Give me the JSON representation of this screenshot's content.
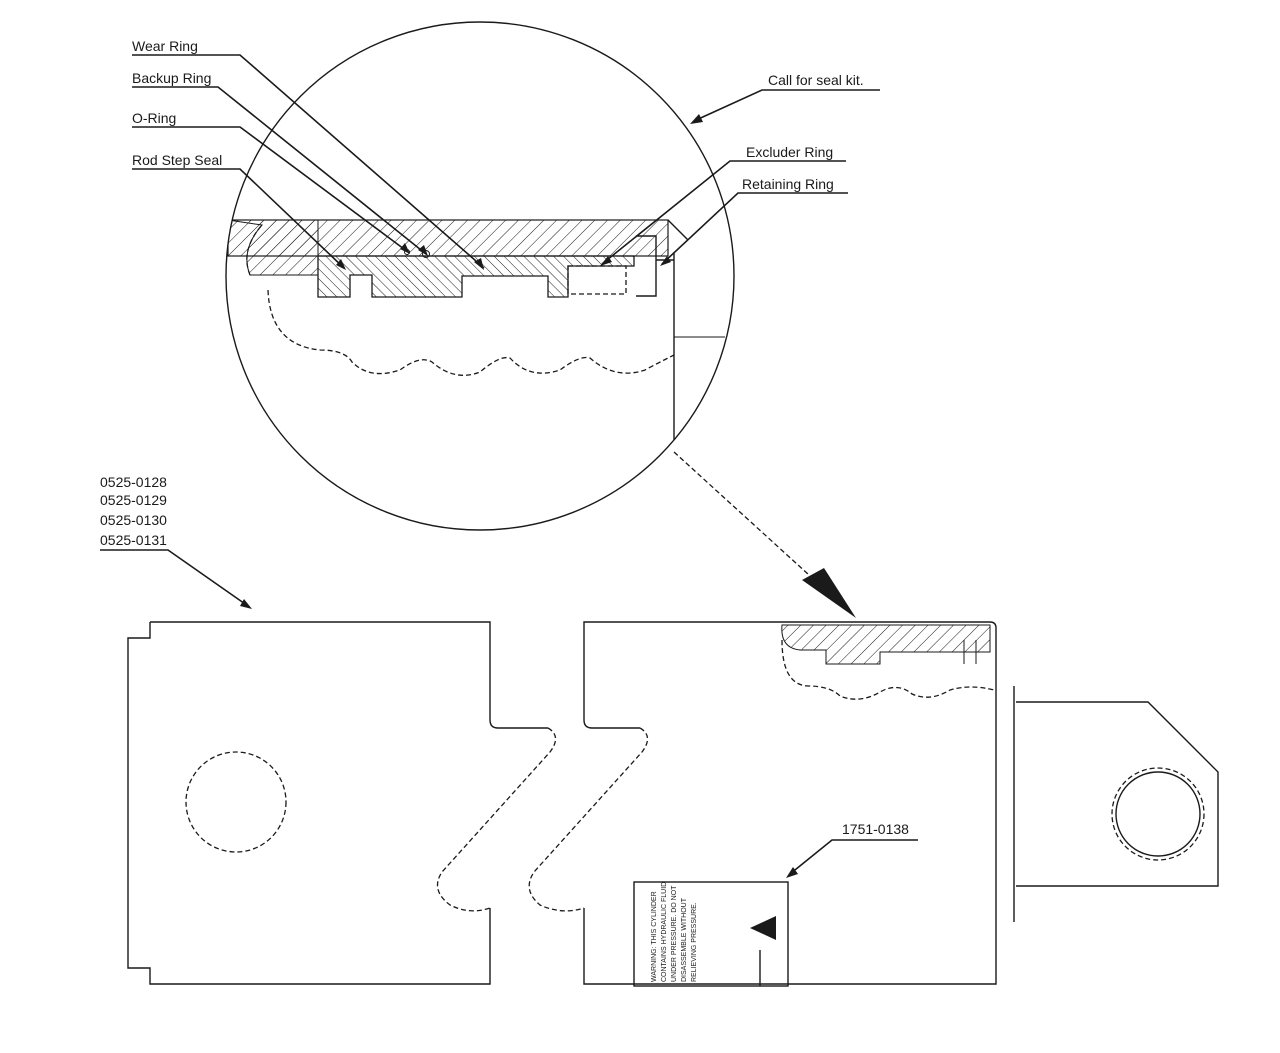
{
  "labels": {
    "wear_ring": "Wear Ring",
    "backup_ring": "Backup Ring",
    "o_ring": "O-Ring",
    "rod_step_seal": "Rod Step Seal",
    "call_for_seal_kit": "Call for seal kit.",
    "excluder_ring": "Excluder Ring",
    "retaining_ring": "Retaining Ring",
    "decal_part": "1751-0138"
  },
  "part_numbers": [
    "0525-0128",
    "0525-0129",
    "0525-0130",
    "0525-0131"
  ],
  "colors": {
    "line": "#1a1a1a",
    "background": "#ffffff"
  }
}
